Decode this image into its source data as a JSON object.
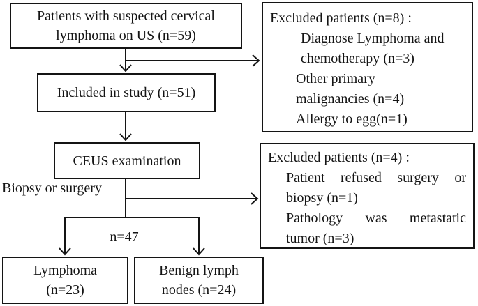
{
  "figure": {
    "boxes": {
      "patients": {
        "lines": [
          "Patients with suspected cervical",
          "lymphoma on US (n=59)"
        ]
      },
      "excluded_top": {
        "title": "Excluded patients (n=8) :",
        "lines": [
          "Diagnose Lymphoma and",
          "chemotherapy (n=3)",
          "Other primary",
          "malignancies (n=4)",
          "Allergy to egg(n=1)"
        ]
      },
      "included": {
        "lines": [
          "Included in study (n=51)"
        ]
      },
      "ceus": {
        "lines": [
          "CEUS examination"
        ]
      },
      "excluded_bottom": {
        "title": "Excluded patients (n=4) :",
        "lines": [
          "Patient refused surgery or",
          "biopsy (n=1)",
          "Pathology was metastatic",
          "tumor (n=3)"
        ]
      },
      "lymphoma": {
        "lines": [
          "Lymphoma",
          "(n=23)"
        ]
      },
      "benign": {
        "lines": [
          "Benign lymph",
          "nodes (n=24)"
        ]
      }
    },
    "labels": {
      "biopsy_or_surgery": "Biopsy or surgery",
      "n47": "n=47"
    },
    "colors": {
      "ink": "#141414",
      "background": "#ffffff"
    }
  }
}
